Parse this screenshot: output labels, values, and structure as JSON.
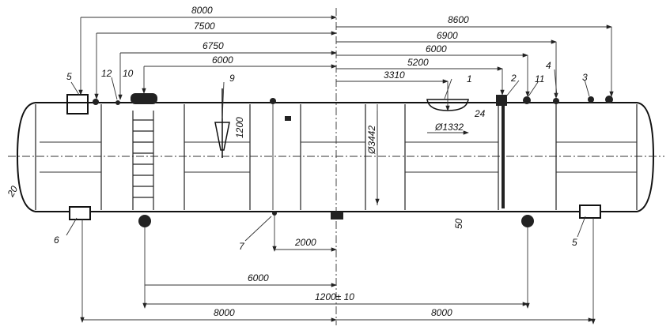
{
  "drawing": {
    "top_dimensions_left": [
      "8000",
      "7500",
      "6750",
      "6000"
    ],
    "top_dimensions_right": [
      "8600",
      "6900",
      "6000",
      "5200",
      "3310"
    ],
    "bottom_dimensions": {
      "d2000": "2000",
      "d6000": "6000",
      "d1200": "1200± 10",
      "d8000_left": "8000",
      "d8000_right": "8000"
    },
    "inner_dimensions": {
      "diameter": "Ø3442",
      "hatch_diameter": "Ø1332",
      "hatch_offset": "24",
      "height_1200": "1200",
      "wall": "20",
      "bottom_50": "50"
    },
    "callouts": {
      "c1": "1",
      "c2": "2",
      "c3": "3",
      "c4": "4",
      "c5_top": "5",
      "c5_bottom": "5",
      "c6": "6",
      "c7": "7",
      "c9": "9",
      "c10": "10",
      "c11": "11",
      "c12": "12"
    }
  }
}
